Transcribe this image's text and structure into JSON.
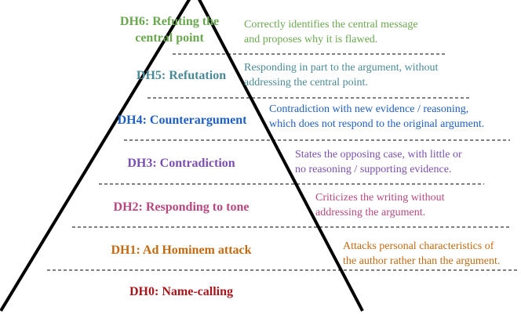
{
  "levels": [
    {
      "id": "dh6",
      "title_lines": [
        "DH6: Refuting the",
        "central point"
      ],
      "description_lines": [
        "Correctly identifies the central message",
        "and proposes why it is flawed."
      ],
      "color": "#6aa84f"
    },
    {
      "id": "dh5",
      "title_lines": [
        "DH5: Refutation"
      ],
      "description_lines": [
        "Responding in part to the argument, without",
        "addressing the central point."
      ],
      "color": "#4a8a96"
    },
    {
      "id": "dh4",
      "title_lines": [
        "DH4: Counterargument"
      ],
      "description_lines": [
        "Contradiction with new evidence / reasoning,",
        "which does not respond to the original argument."
      ],
      "color": "#1f5fbf"
    },
    {
      "id": "dh3",
      "title_lines": [
        "DH3: Contradiction"
      ],
      "description_lines": [
        "States the opposing case, with little or",
        "no reasoning / supporting evidence."
      ],
      "color": "#7a4fb0"
    },
    {
      "id": "dh2",
      "title_lines": [
        "DH2: Responding to tone"
      ],
      "description_lines": [
        "Criticizes the writing without",
        "addressing the argument."
      ],
      "color": "#b8477f"
    },
    {
      "id": "dh1",
      "title_lines": [
        "DH1: Ad Hominem attack"
      ],
      "description_lines": [
        "Attacks personal characteristics of",
        "the author rather than the argument."
      ],
      "color": "#c26a12"
    },
    {
      "id": "dh0",
      "title_lines": [
        "DH0: Name-calling"
      ],
      "description_lines": [],
      "color": "#a8161c"
    }
  ]
}
